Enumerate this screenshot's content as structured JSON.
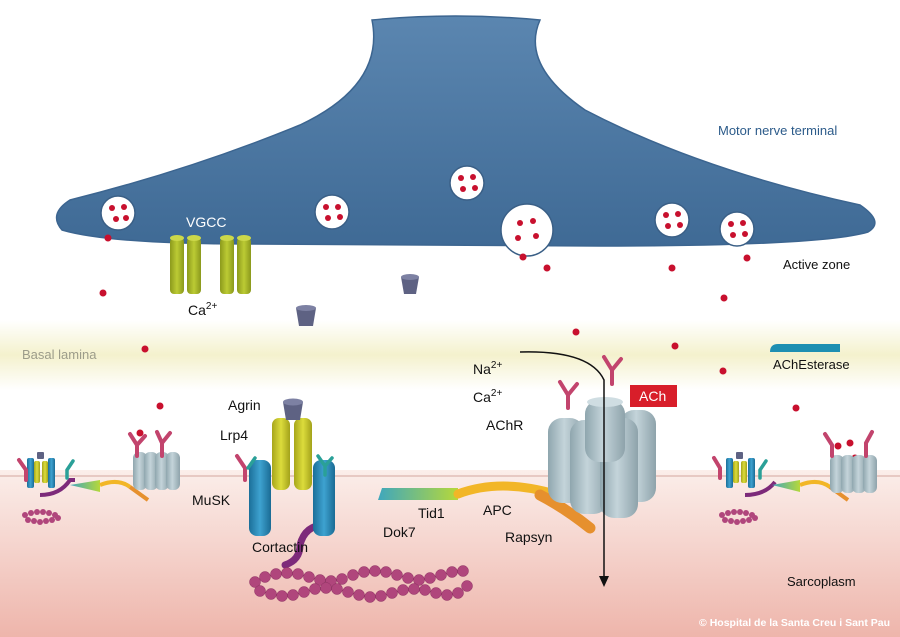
{
  "labels": {
    "motor_nerve_terminal": "Motor nerve terminal",
    "active_zone": "Active zone",
    "basal_lamina": "Basal lamina",
    "sarcoplasm": "Sarcoplasm",
    "vgcc": "VGCC",
    "ca_left": "Ca",
    "ca_left_sup": "2+",
    "agrin": "Agrin",
    "lrp4": "Lrp4",
    "musk": "MuSK",
    "cortactin": "Cortactin",
    "dok7": "Dok7",
    "tid1": "Tid1",
    "apc": "APC",
    "rapsyn": "Rapsyn",
    "na": "Na",
    "na_sup": "2+",
    "ca_right": "Ca",
    "ca_right_sup": "2+",
    "achr": "AChR",
    "ach": "ACh",
    "achesterase": "AChEsterase",
    "credit": "© Hospital de la Santa Creu i Sant Pau"
  },
  "colors": {
    "nerve": "#4f7aa3",
    "nerve_dark": "#3a5f86",
    "ach_dot": "#c8102e",
    "vgcc": "#a5b526",
    "agrin_head": "#6a6d8a",
    "lrp4": "#c6c62a",
    "musk": "#2a86b5",
    "receptor": "#aabdc4",
    "cortactin_chain": "#b0467c",
    "dok7": "#7d2a7a",
    "apc": "#f2b627",
    "rapsyn": "#e6902e",
    "basal_lamina": "#f6f3d3",
    "sarcoplasm_top": "#f7e2df",
    "sarcoplasm_bottom": "#efb7ae",
    "ach_box": "#d81e2a",
    "achesterase": "#1e8fb2"
  }
}
